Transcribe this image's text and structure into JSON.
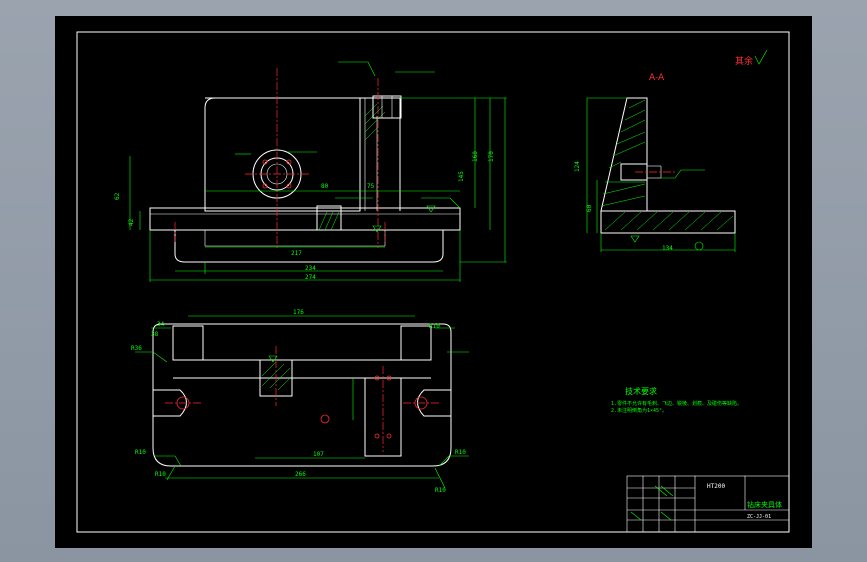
{
  "section_label": "A-A",
  "roughness_note": "其余",
  "tech_req": {
    "title": "技术要求",
    "line1": "1.零件不允许有毛刺、飞边、锐棱、划痕、及碰伤等缺陷。",
    "line2": "2.未注明倒角为1×45°。"
  },
  "title_block": {
    "name": "钻床夹具体",
    "material": "HT200",
    "drawing_no": "ZC-JJ-01"
  },
  "dims": {
    "front_80": "80",
    "front_75": "75",
    "front_217": "217",
    "front_234": "234",
    "front_274": "274",
    "front_145": "145",
    "front_160": "160",
    "front_170": "170",
    "front_42": "42",
    "front_62": "62",
    "side_134": "134",
    "side_124": "124",
    "side_60": "60",
    "top_176": "176",
    "top_107": "107",
    "top_266": "266",
    "top_r10a": "R10",
    "top_r10b": "R10",
    "top_r10c": "R10",
    "top_r10d": "R10",
    "top_r10e": "R10",
    "top_34": "34",
    "top_38": "38",
    "top_r36": "R36"
  },
  "colors": {
    "canvas": "#000000",
    "geometry": "#ffffff",
    "dimension": "#00ff00",
    "centerline": "#ff2a2a",
    "frame": "#8f99a6"
  }
}
